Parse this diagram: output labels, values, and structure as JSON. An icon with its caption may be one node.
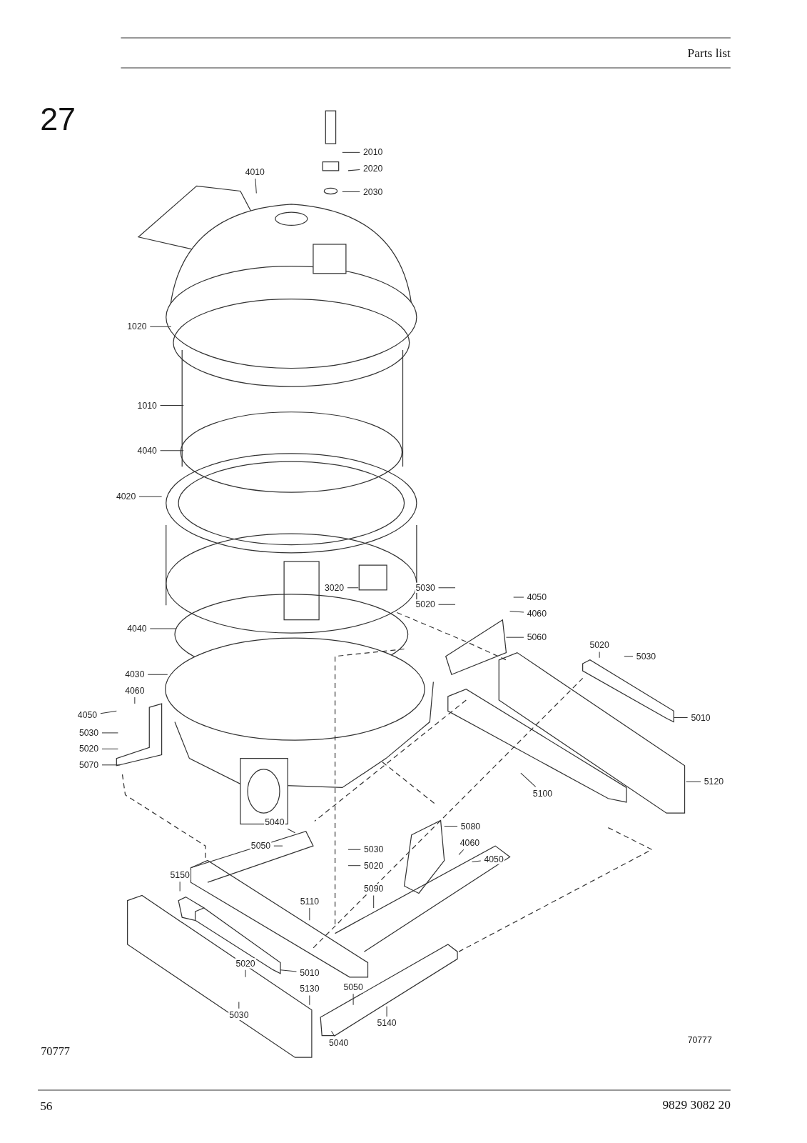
{
  "diagram": {
    "nodes": [
      {
        "text": [
          "2010"
        ]
      },
      {
        "text": [
          "2020"
        ]
      },
      {
        "text": [
          "2030"
        ]
      },
      {
        "text": [
          "4010"
        ]
      },
      {
        "text": [
          "1020"
        ]
      },
      {
        "text": [
          "1010"
        ]
      },
      {
        "text": [
          "4040"
        ]
      },
      {
        "text": [
          "4020"
        ]
      },
      {
        "text": [
          "3020"
        ]
      },
      {
        "text": [
          "5030"
        ]
      },
      {
        "text": [
          "5020"
        ]
      },
      {
        "text": [
          "4050"
        ]
      },
      {
        "text": [
          "4060"
        ]
      },
      {
        "text": [
          "4040"
        ]
      },
      {
        "text": [
          "5060"
        ]
      },
      {
        "text": [
          "5020"
        ]
      },
      {
        "text": [
          "5030"
        ]
      },
      {
        "text": [
          "4030"
        ]
      },
      {
        "text": [
          "4060"
        ]
      },
      {
        "text": [
          "4050"
        ]
      },
      {
        "text": [
          "5030"
        ]
      },
      {
        "text": [
          "5020"
        ]
      },
      {
        "text": [
          "5070"
        ]
      },
      {
        "text": [
          "5010"
        ]
      },
      {
        "text": [
          "5120"
        ]
      },
      {
        "text": [
          "5100"
        ]
      },
      {
        "text": [
          "5040"
        ]
      },
      {
        "text": [
          "5080"
        ]
      },
      {
        "text": [
          "5050"
        ]
      },
      {
        "text": [
          "5030"
        ]
      },
      {
        "text": [
          "4060"
        ]
      },
      {
        "text": [
          "4050"
        ]
      },
      {
        "text": [
          "5020"
        ]
      },
      {
        "text": [
          "5150"
        ]
      },
      {
        "text": [
          "5090"
        ]
      },
      {
        "text": [
          "5110"
        ]
      },
      {
        "text": [
          "5020"
        ]
      },
      {
        "text": [
          "5010"
        ]
      },
      {
        "text": [
          "5130"
        ]
      },
      {
        "text": [
          "5050"
        ]
      },
      {
        "text": [
          "5030"
        ]
      },
      {
        "text": [
          "5140"
        ]
      },
      {
        "text": [
          "5040"
        ]
      }
    ],
    "edges": [
      {
        "from": 0,
        "to": null,
        "arrow": "none"
      },
      {
        "from": 1,
        "to": null,
        "arrow": "none"
      },
      {
        "from": 2,
        "to": null,
        "arrow": "none"
      },
      {
        "from": 3,
        "to": null,
        "arrow": "none"
      },
      {
        "from": 4,
        "to": null,
        "arrow": "none"
      },
      {
        "from": 5,
        "to": null,
        "arrow": "none"
      },
      {
        "from": 6,
        "to": null,
        "arrow": "none"
      },
      {
        "from": 7,
        "to": null,
        "arrow": "none"
      },
      {
        "from": 8,
        "to": null,
        "arrow": "none"
      },
      {
        "from": 9,
        "to": null,
        "arrow": "none"
      },
      {
        "from": 10,
        "to": null,
        "arrow": "none"
      },
      {
        "from": 11,
        "to": null,
        "arrow": "none"
      },
      {
        "from": 12,
        "to": null,
        "arrow": "none"
      },
      {
        "from": 13,
        "to": null,
        "arrow": "none"
      },
      {
        "from": 14,
        "to": null,
        "arrow": "none"
      },
      {
        "from": 15,
        "to": null,
        "arrow": "none"
      },
      {
        "from": 16,
        "to": null,
        "arrow": "none"
      },
      {
        "from": 17,
        "to": null,
        "arrow": "none"
      },
      {
        "from": 18,
        "to": null,
        "arrow": "none"
      },
      {
        "from": 19,
        "to": null,
        "arrow": "none"
      },
      {
        "from": 20,
        "to": null,
        "arrow": "none"
      },
      {
        "from": 21,
        "to": null,
        "arrow": "none"
      },
      {
        "from": 22,
        "to": null,
        "arrow": "none"
      },
      {
        "from": 23,
        "to": null,
        "arrow": "none"
      },
      {
        "from": 24,
        "to": null,
        "arrow": "none"
      },
      {
        "from": 25,
        "to": null,
        "arrow": "none"
      },
      {
        "from": 26,
        "to": null,
        "arrow": "none"
      },
      {
        "from": 27,
        "to": null,
        "arrow": "none"
      },
      {
        "from": 28,
        "to": null,
        "arrow": "none"
      },
      {
        "from": 29,
        "to": null,
        "arrow": "none"
      },
      {
        "from": 30,
        "to": null,
        "arrow": "none"
      },
      {
        "from": 31,
        "to": null,
        "arrow": "none"
      },
      {
        "from": 32,
        "to": null,
        "arrow": "none"
      },
      {
        "from": 33,
        "to": null,
        "arrow": "none"
      },
      {
        "from": 34,
        "to": null,
        "arrow": "none"
      },
      {
        "from": 35,
        "to": null,
        "arrow": "none"
      },
      {
        "from": 36,
        "to": null,
        "arrow": "none"
      },
      {
        "from": 37,
        "to": null,
        "arrow": "none"
      },
      {
        "from": 38,
        "to": null,
        "arrow": "none"
      },
      {
        "from": 39,
        "to": null,
        "arrow": "none"
      },
      {
        "from": 40,
        "to": null,
        "arrow": "none"
      },
      {
        "from": 41,
        "to": null,
        "arrow": "none"
      },
      {
        "from": 42,
        "to": null,
        "arrow": "none"
      }
    ],
    "labels": [
      "Parts list",
      "27",
      "70777",
      "70777",
      "56",
      "9829 3082 20"
    ]
  }
}
